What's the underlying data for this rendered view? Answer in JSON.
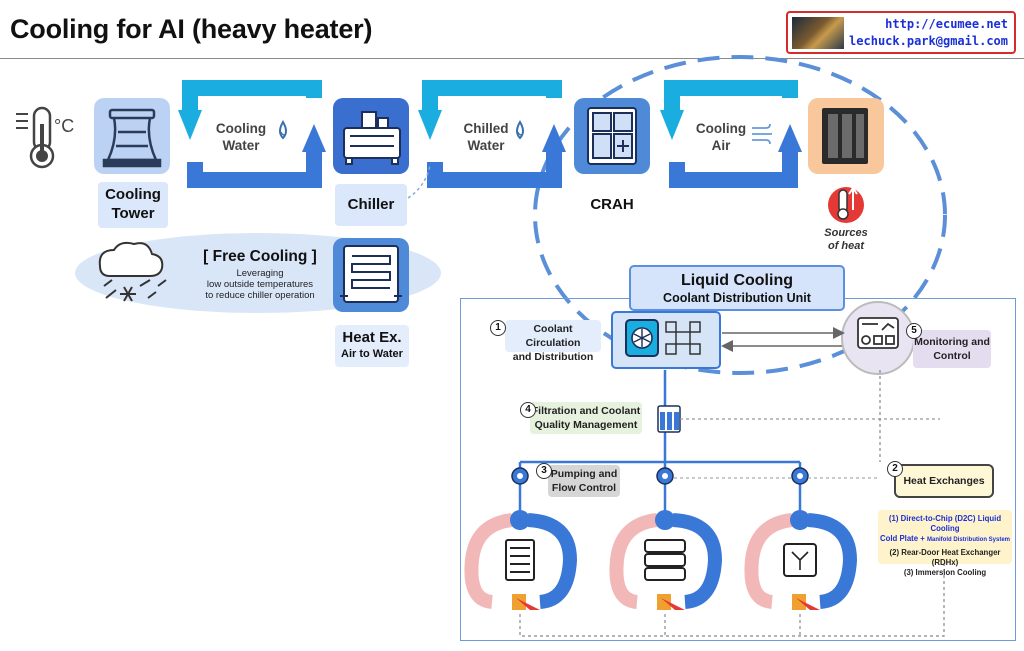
{
  "header": {
    "title": "Cooling for AI (heavy heater)",
    "contact_url": "http://ecumee.net",
    "contact_email": "lechuck.park@gmail.com"
  },
  "chain": {
    "cooling_tower_line1": "Cooling",
    "cooling_tower_line2": "Tower",
    "chiller": "Chiller",
    "crah": "CRAH",
    "cooling_water_line1": "Cooling",
    "cooling_water_line2": "Water",
    "chilled_water_line1": "Chilled",
    "chilled_water_line2": "Water",
    "cooling_air_line1": "Cooling",
    "cooling_air_line2": "Air",
    "sources_line1": "Sources",
    "sources_line2": "of heat",
    "heat_ex_line1": "Heat Ex.",
    "heat_ex_line2": "Air to Water"
  },
  "free_cooling": {
    "title": "[ Free Cooling ]",
    "line1": "Leveraging",
    "line2": "low outside temperatures",
    "line3": "to reduce chiller operation"
  },
  "liquid_cooling": {
    "title": "Liquid Cooling",
    "subtitle": "Coolant Distribution Unit",
    "step1_num": "1",
    "step1_line1": "Coolant Circulation",
    "step1_line2": "and Distribution",
    "step2_num": "2",
    "step2_label": "Heat Exchanges",
    "step2_detail1a": "(1) Direct-to-Chip (D2C) Liquid Cooling",
    "step2_detail1b": "Cold Plate + ",
    "step2_detail1c": "Manifold Distribution System",
    "step2_detail2": "(2) Rear-Door Heat Exchanger (RDHx)",
    "step2_detail3": "(3) Immersion Cooling",
    "step3_num": "3",
    "step3_line1": "Pumping and",
    "step3_line2": "Flow Control",
    "step4_num": "4",
    "step4_line1": "Filtration and Coolant",
    "step4_line2": "Quality Management",
    "step5_num": "5",
    "step5_line1": "Monitoring and",
    "step5_line2": "Control"
  },
  "colors": {
    "flow_cyan": "#1aaee0",
    "flow_blue": "#3a78d8",
    "accent_red": "#d62b2b",
    "loop_pink": "#f2b8b8"
  }
}
